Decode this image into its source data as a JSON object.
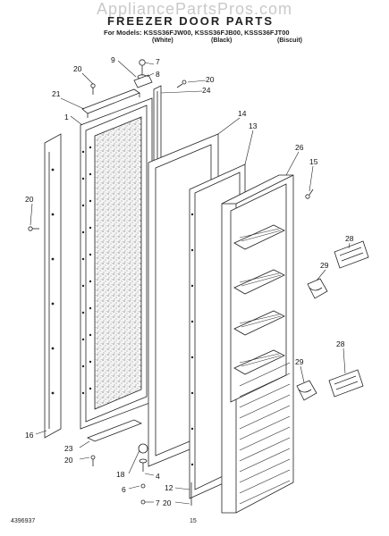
{
  "watermark": "AppliancePartsPros.com",
  "title": "FREEZER DOOR PARTS",
  "models_line": "For Models: KSSS36FJW00, KSSS36FJB00, KSSS36FJT00",
  "color_labels": [
    "(White)",
    "(Black)",
    "(Biscuit)"
  ],
  "footer_left": "4396937",
  "footer_page": "15",
  "callouts": [
    "1",
    "4",
    "6",
    "7",
    "7",
    "8",
    "9",
    "12",
    "13",
    "14",
    "15",
    "16",
    "18",
    "20",
    "20",
    "20",
    "20",
    "20",
    "21",
    "23",
    "24",
    "26",
    "28",
    "28",
    "29",
    "29"
  ]
}
